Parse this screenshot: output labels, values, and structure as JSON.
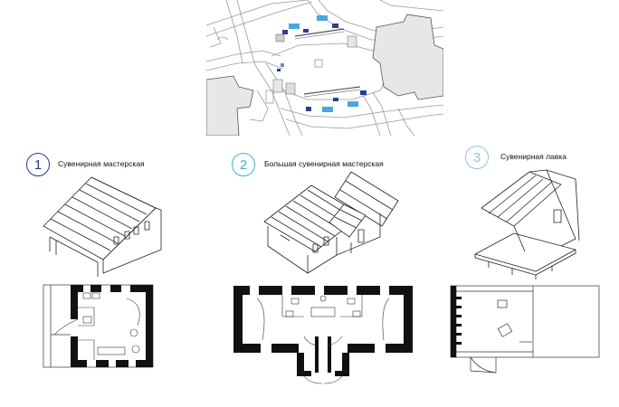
{
  "colors": {
    "badge1": "#1f3f8f",
    "badge2": "#3fb0de",
    "badge3": "#8ac7e3",
    "stall_dark": "#2b3e8c",
    "stall_light": "#49a8de",
    "wall": "#111111",
    "building_fill": "#e7e7e7"
  },
  "sections": [
    {
      "number": "1",
      "title": "Сувенирная мастерская"
    },
    {
      "number": "2",
      "title": "Большая сувенирная мастерская"
    },
    {
      "number": "3",
      "title": "Сувенирная лавка"
    }
  ]
}
